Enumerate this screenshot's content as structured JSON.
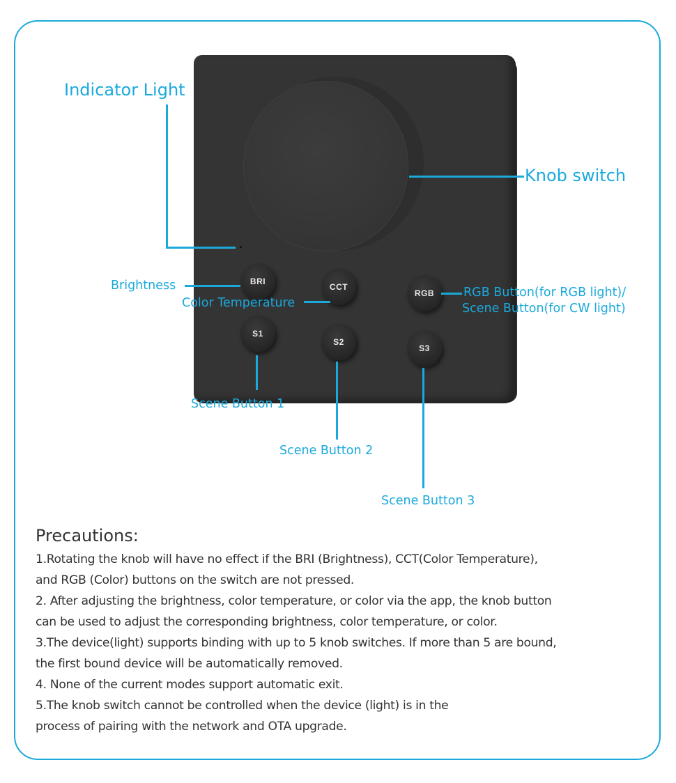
{
  "callouts": {
    "indicator_light": "Indicator Light",
    "knob_switch": "Knob switch",
    "brightness": "Brightness",
    "color_temperature": "Color Temperature",
    "rgb_line1": "RGB Button(for RGB light)/",
    "rgb_line2": "Scene Button(for CW light)",
    "scene_1": "Scene Button 1",
    "scene_2": "Scene Button 2",
    "scene_3": "Scene Button 3"
  },
  "device_buttons": {
    "bri": "BRI",
    "cct": "CCT",
    "rgb": "RGB",
    "s1": "S1",
    "s2": "S2",
    "s3": "S3"
  },
  "precautions": {
    "title": "Precautions:",
    "lines": [
      "1.Rotating the knob will have no effect if the BRI (Brightness), CCT(Color Temperature),",
      "and RGB (Color) buttons on the switch are not pressed.",
      "2. After adjusting the brightness, color temperature, or color via the app, the knob button",
      "can be used to adjust the corresponding brightness, color temperature, or color.",
      "3.The device(light) supports binding with up to 5 knob switches. If more than 5 are bound,",
      "the first bound device will be automatically removed.",
      "4. None of the current modes support automatic exit.",
      "5.The knob switch cannot be controlled when the device (light) is in the",
      "process of pairing with the network and OTA upgrade."
    ]
  },
  "colors": {
    "accent": "#1ba9dc",
    "device": "#343434",
    "text": "#333333"
  }
}
